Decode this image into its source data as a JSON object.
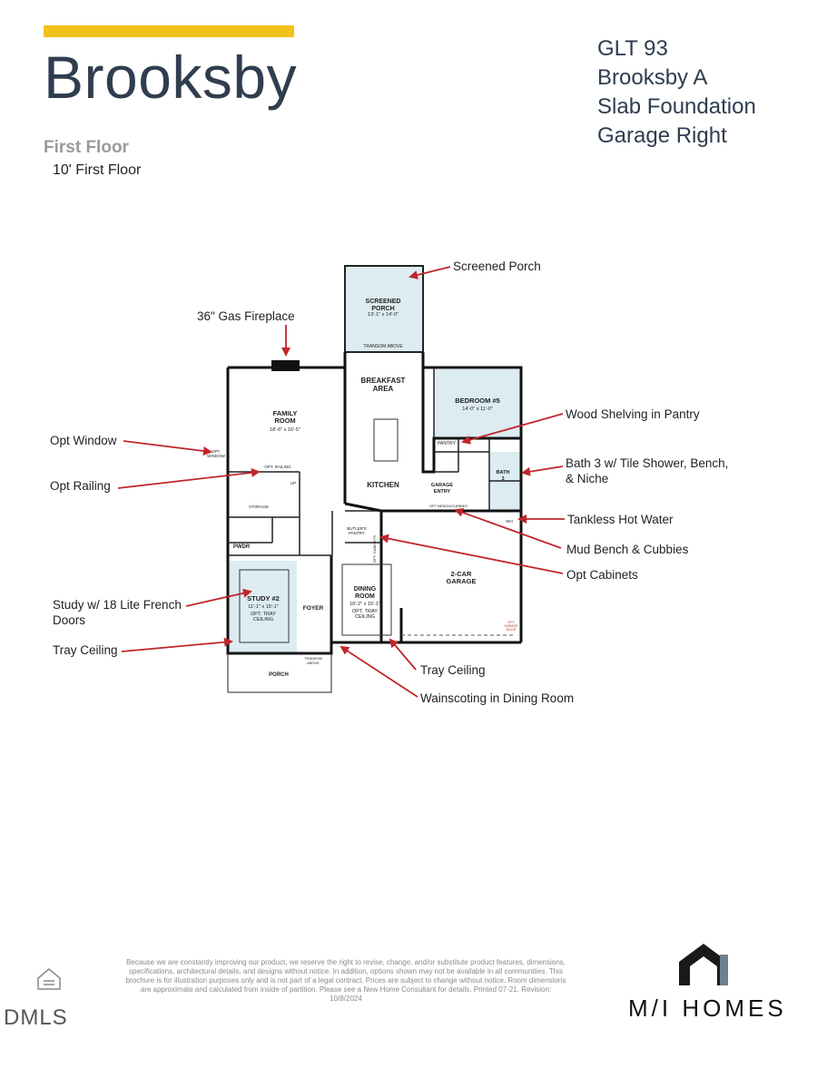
{
  "header": {
    "accent_color": "#f2c21b",
    "title": "Brooksby",
    "floor": "First Floor",
    "ceiling": "10' First Floor"
  },
  "plan_info": [
    "GLT 93",
    "Brooksby A",
    "Slab Foundation",
    "Garage Right"
  ],
  "callouts": {
    "screened_porch": "Screened Porch",
    "gas_fireplace": "36\" Gas Fireplace",
    "wood_shelving": "Wood Shelving in Pantry",
    "opt_window": "Opt Window",
    "bath3_line1": "Bath 3 w/ Tile Shower, Bench,",
    "bath3_line2": "& Niche",
    "opt_railing": "Opt Railing",
    "tankless": "Tankless Hot Water",
    "mud_bench": "Mud Bench & Cubbies",
    "opt_cabinets": "Opt Cabinets",
    "study_line1": "Study w/ 18 Lite French",
    "study_line2": "Doors",
    "tray_ceiling_left": "Tray Ceiling",
    "tray_ceiling_right": "Tray Ceiling",
    "wainscoting": "Wainscoting in Dining Room"
  },
  "rooms": {
    "screened_porch_name": "SCREENED\nPORCH",
    "screened_porch_dim": "13'-1\" x 14'-0\"",
    "transom_above": "TRANSOM ABOVE",
    "breakfast": "BREAKFAST\nAREA",
    "family_name": "FAMILY\nROOM",
    "family_dim": "18'-6\" x 16'-5\"",
    "bedroom5_name": "BEDROOM #5",
    "bedroom5_dim": "14'-0\" x 11'-0\"",
    "pantry": "PANTRY",
    "kitchen": "KITCHEN",
    "garage_entry": "GARAGE\nENTRY",
    "bench_cubbies": "OPT BENCH/CUBBIES",
    "bath3": "BATH\n3",
    "opt_window": "OPT\nWINDOW",
    "opt_railing": "OPT. RAILING",
    "up": "UP",
    "storage": "STORAGE",
    "pwdr": "PWDR",
    "butlers_pantry": "BUTLER'S\nPANTRY",
    "opt_cabinets": "OPT. CABINETS",
    "wh": "WH",
    "garage_name": "2-CAR\nGARAGE",
    "study_name": "STUDY #2",
    "study_dim": "11'-1\" x 15'-1\"",
    "study_ceiling": "OPT. TRAY\nCEILING",
    "foyer": "FOYER",
    "dining_name": "DINING\nROOM",
    "dining_dim": "10'-2\" x 15'-1\"",
    "dining_ceiling": "OPT. TRAY\nCEILING",
    "porch": "PORCH",
    "transom_above_2": "TRANSOM\nABOVE",
    "garage_door_note": "OPT\nGARAGE\nDOOR"
  },
  "disclaimer": "Because we are constantly improving our product, we reserve the right to revise, change, and/or substitute product features, dimensions, specifications, architectural details, and designs without notice. In addition, options shown may not be available in all communities. This brochure is for illustration purposes only and is not part of a legal contract. Prices are subject to change without notice. Room dimensions are approximate and calculated from inside of partition. Please see a New Home Consultant for details. Printed 07-21. Revision: 10/8/2024",
  "brand": {
    "logo_text": "M/I HOMES",
    "logo_icon": "house-roof-icon",
    "equal_housing_icon": "equal-housing-icon",
    "mls_mark": "DMLS"
  },
  "colors": {
    "title": "#2f3d4f",
    "arrow": "#c0262c",
    "room_fill": "#dcecf1"
  }
}
